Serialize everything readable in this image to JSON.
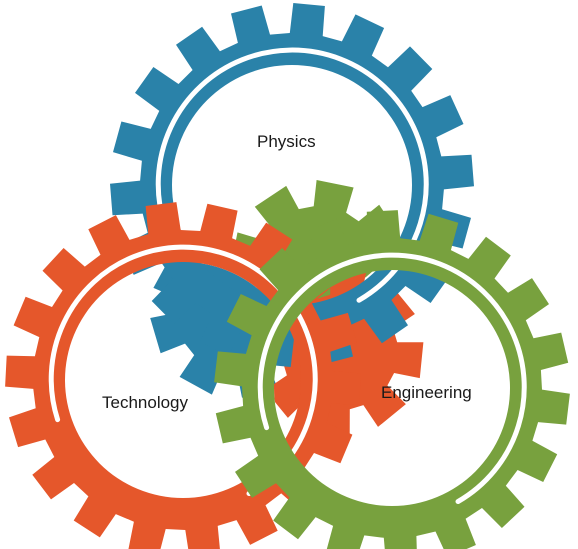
{
  "gears": [
    {
      "key": "physics",
      "label": "Physics",
      "color": "#2a82a9"
    },
    {
      "key": "technology",
      "label": "Technology",
      "color": "#e5572b"
    },
    {
      "key": "engineering",
      "label": "Engineering",
      "color": "#78a13e"
    }
  ]
}
